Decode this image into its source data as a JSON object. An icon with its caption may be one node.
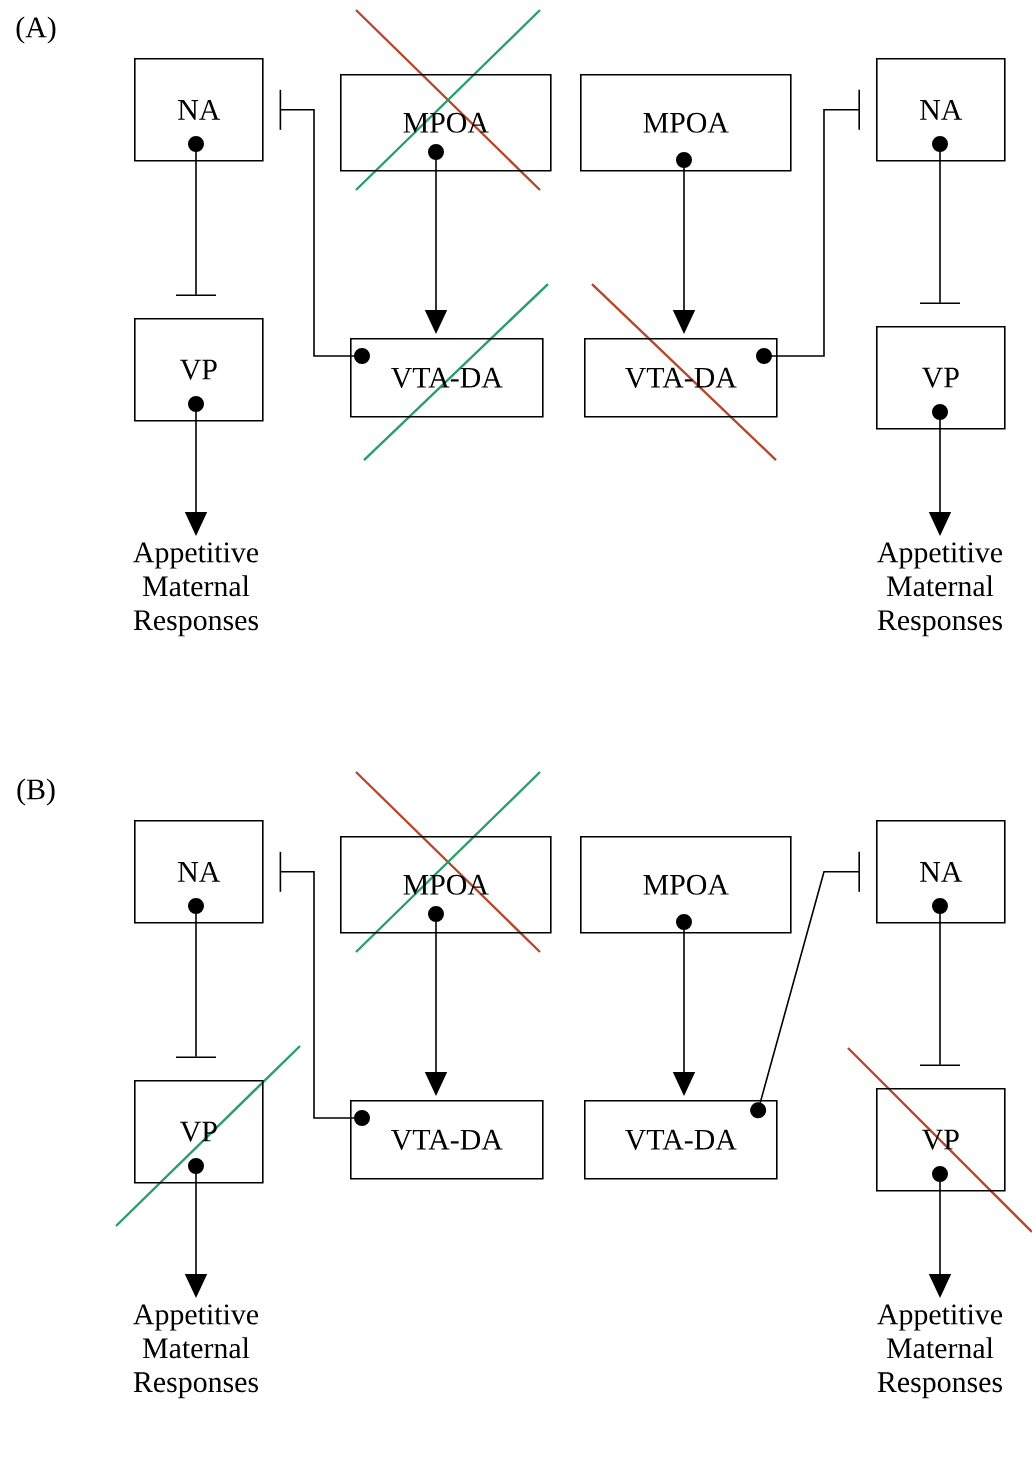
{
  "diagram": {
    "nodes": [
      {
        "text": [
          "NA"
        ]
      },
      {
        "text": [
          "MPOA"
        ]
      },
      {
        "text": [
          "MPOA"
        ]
      },
      {
        "text": [
          "NA"
        ]
      },
      {
        "text": [
          "VP"
        ]
      },
      {
        "text": [
          "VTA-DA"
        ]
      },
      {
        "text": [
          "VTA-DA"
        ]
      },
      {
        "text": [
          "VP"
        ]
      },
      {
        "text": [
          "Appetitive Maternal Responses"
        ]
      },
      {
        "text": [
          "Appetitive Maternal Responses"
        ]
      },
      {
        "text": [
          "NA"
        ]
      },
      {
        "text": [
          "MPOA"
        ]
      },
      {
        "text": [
          "MPOA"
        ]
      },
      {
        "text": [
          "NA"
        ]
      },
      {
        "text": [
          "VP"
        ]
      },
      {
        "text": [
          "VTA-DA"
        ]
      },
      {
        "text": [
          "VTA-DA"
        ]
      },
      {
        "text": [
          "VP"
        ]
      },
      {
        "text": [
          "Appetitive Maternal Responses"
        ]
      },
      {
        "text": [
          "Appetitive Maternal Responses"
        ]
      }
    ],
    "edges": [
      {
        "from": 0,
        "to": 4,
        "arrow": "other"
      },
      {
        "from": 1,
        "to": 5,
        "arrow": "to"
      },
      {
        "from": 2,
        "to": 6,
        "arrow": "to"
      },
      {
        "from": 3,
        "to": 7,
        "arrow": "other"
      },
      {
        "from": 5,
        "to": 0,
        "arrow": "other"
      },
      {
        "from": 6,
        "to": 3,
        "arrow": "other"
      },
      {
        "from": 4,
        "to": 8,
        "arrow": "to"
      },
      {
        "from": 7,
        "to": 9,
        "arrow": "to"
      },
      {
        "from": 10,
        "to": 14,
        "arrow": "other"
      },
      {
        "from": 11,
        "to": 15,
        "arrow": "to"
      },
      {
        "from": 12,
        "to": 16,
        "arrow": "to"
      },
      {
        "from": 13,
        "to": 17,
        "arrow": "other"
      },
      {
        "from": 15,
        "to": 10,
        "arrow": "other"
      },
      {
        "from": 16,
        "to": 13,
        "arrow": "other"
      },
      {
        "from": 14,
        "to": 18,
        "arrow": "to"
      },
      {
        "from": 17,
        "to": 19,
        "arrow": "to"
      }
    ],
    "labels": [
      "(A)",
      "(B)"
    ]
  }
}
